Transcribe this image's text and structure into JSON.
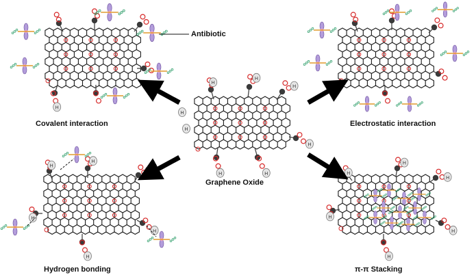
{
  "center_label": "Graphene Oxide",
  "annotation": "Antibiotic",
  "hydroxyl_symbol": "H",
  "oxygen_symbol": "O",
  "interactions": [
    {
      "key": "covalent",
      "label": "Covalent interaction"
    },
    {
      "key": "electrostatic",
      "label": "Electrostatic interaction"
    },
    {
      "key": "hbond",
      "label": "Hydrogen bonding"
    },
    {
      "key": "pipi",
      "label": "π-π Stacking"
    }
  ],
  "colors": {
    "lattice": "#1a1a1a",
    "oxygen": "#d62828",
    "carbon": "#3a3a3a",
    "hydrogen": "#e6e6e6",
    "drug_purple": "#b39ddb",
    "drug_green": "#2e9e6a",
    "drug_orange": "#e09a2c",
    "drug_pink": "#f0a5c8",
    "arrow": "#000000"
  }
}
